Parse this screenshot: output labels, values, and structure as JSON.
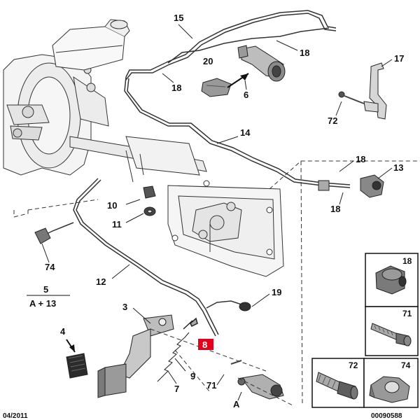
{
  "diagram": {
    "date_code": "04/2011",
    "doc_number": "00090588",
    "highlight_color": "#e2001a",
    "callouts": {
      "c15": "15",
      "c18_top_right": "18",
      "c20": "20",
      "c18_left": "18",
      "c6": "6",
      "c17": "17",
      "c72": "72",
      "c14": "14",
      "c18_mid": "18",
      "c13": "13",
      "c18_low": "18",
      "c10": "10",
      "c11": "11",
      "c74": "74",
      "c12": "12",
      "c19": "19",
      "c3": "3",
      "c4": "4",
      "c8": "8",
      "c9": "9",
      "c7": "7",
      "c71": "71",
      "cA": "A"
    },
    "fraction": {
      "numerator": "5",
      "denominator": "A + 13"
    },
    "legend_boxes": [
      {
        "label": "18"
      },
      {
        "label": "71"
      },
      {
        "label": "72"
      },
      {
        "label": "74"
      }
    ]
  }
}
